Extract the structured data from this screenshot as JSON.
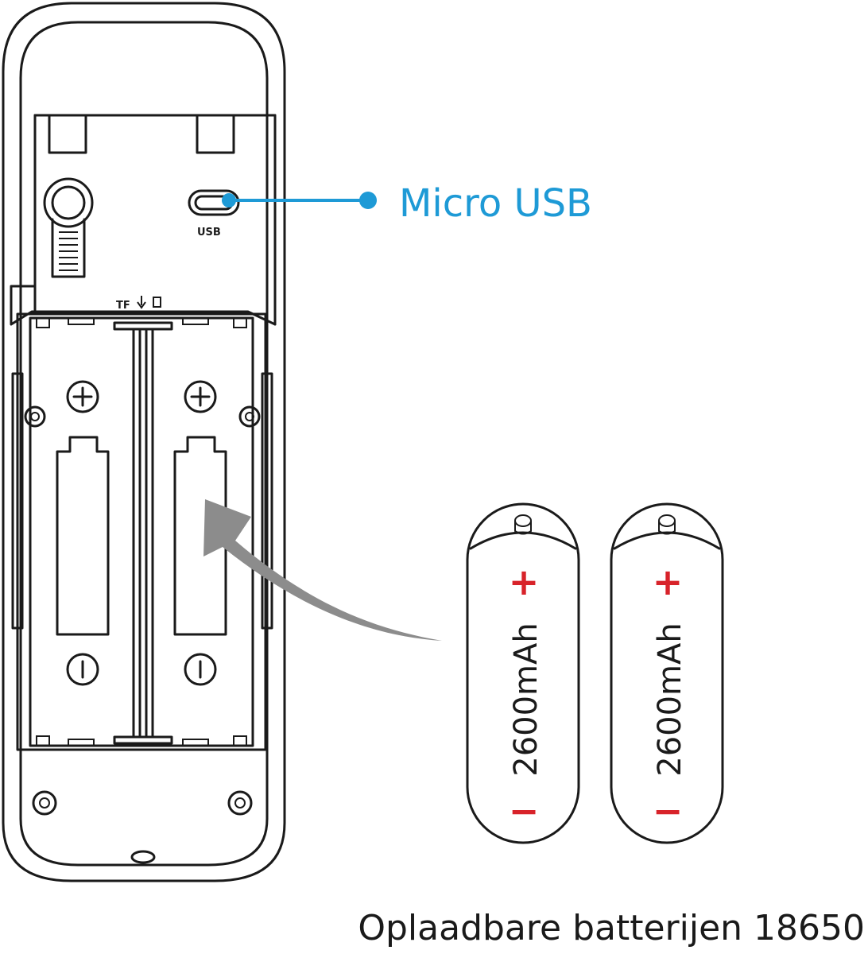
{
  "device": {
    "usb_port_label": "USB",
    "tf_slot_label": "TF"
  },
  "callout": {
    "label": "Micro USB",
    "color": "#1e9ad6"
  },
  "batteries": [
    {
      "capacity": "2600mAh",
      "plus": "+",
      "minus": "−"
    },
    {
      "capacity": "2600mAh",
      "plus": "+",
      "minus": "−"
    }
  ],
  "polarity_color": "#d8232a",
  "arrow_color": "#8c8c8c",
  "caption": "Oplaadbare batterijen 18650"
}
